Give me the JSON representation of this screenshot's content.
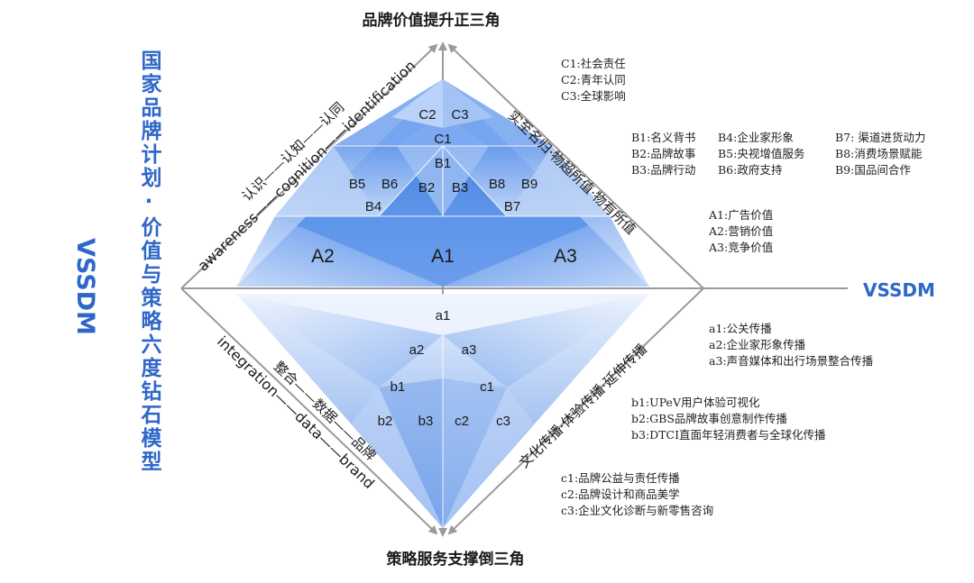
{
  "top_title": "品牌价值提升正三角",
  "bottom_title": "策略服务支撑倒三角",
  "side_title": "国家品牌计划·价值与策略六度钻石模型",
  "vssdm_left": "VSSDM",
  "vssdm_right": "VSSDM",
  "upper_left_axis": {
    "chinese": "认识——认知——认同",
    "english": "awareness——cognition——identification"
  },
  "upper_right_axis": "实至名归·物超所值·物有所值",
  "lower_left_axis": {
    "english": "integration——data——brand",
    "chinese": "整合——数据——品牌"
  },
  "lower_right_axis": "文化传播·体验传播·延伸传播",
  "upper_labels": {
    "C2": "C2",
    "C3": "C3",
    "C1": "C1",
    "B1": "B1",
    "B2": "B2",
    "B3": "B3",
    "B4": "B4",
    "B5": "B5",
    "B6": "B6",
    "B7": "B7",
    "B8": "B8",
    "B9": "B9",
    "A1": "A1",
    "A2": "A2",
    "A3": "A3"
  },
  "lower_labels": {
    "a1": "a1",
    "a2": "a2",
    "a3": "a3",
    "b1": "b1",
    "b2": "b2",
    "b3": "b3",
    "c1": "c1",
    "c2": "c2",
    "c3": "c3"
  },
  "legend_c": [
    "C1:社会责任",
    "C2:青年认同",
    "C3:全球影响"
  ],
  "legend_b": [
    [
      "B1:名义背书",
      "B4:企业家形象",
      "B7: 渠道进货动力"
    ],
    [
      "B2:品牌故事",
      "B5:央视增值服务",
      "B8:消费场景赋能"
    ],
    [
      "B3:品牌行动",
      "B6:政府支持",
      "B9:国品间合作"
    ]
  ],
  "legend_a": [
    "A1:广告价值",
    "A2:营销价值",
    "A3:竞争价值"
  ],
  "legend_lower_a": [
    "a1:公关传播",
    "a2:企业家形象传播",
    "a3:声音媒体和出行场景整合传播"
  ],
  "legend_lower_b": [
    "b1:UPeV用户体验可视化",
    "b2:GBS品牌故事创意制作传播",
    "b3:DTCI直面年轻消费者与全球化传播"
  ],
  "legend_lower_c": [
    "c1:品牌公益与责任传播",
    "c2:品牌设计和商品美学",
    "c3:企业文化诊断与新零售咨询"
  ],
  "colors": {
    "accent": "#2f67c8",
    "triangle_dark": "#5b8fe3",
    "triangle_light": "#e8f0fc",
    "axis": "#9a9a9a"
  }
}
